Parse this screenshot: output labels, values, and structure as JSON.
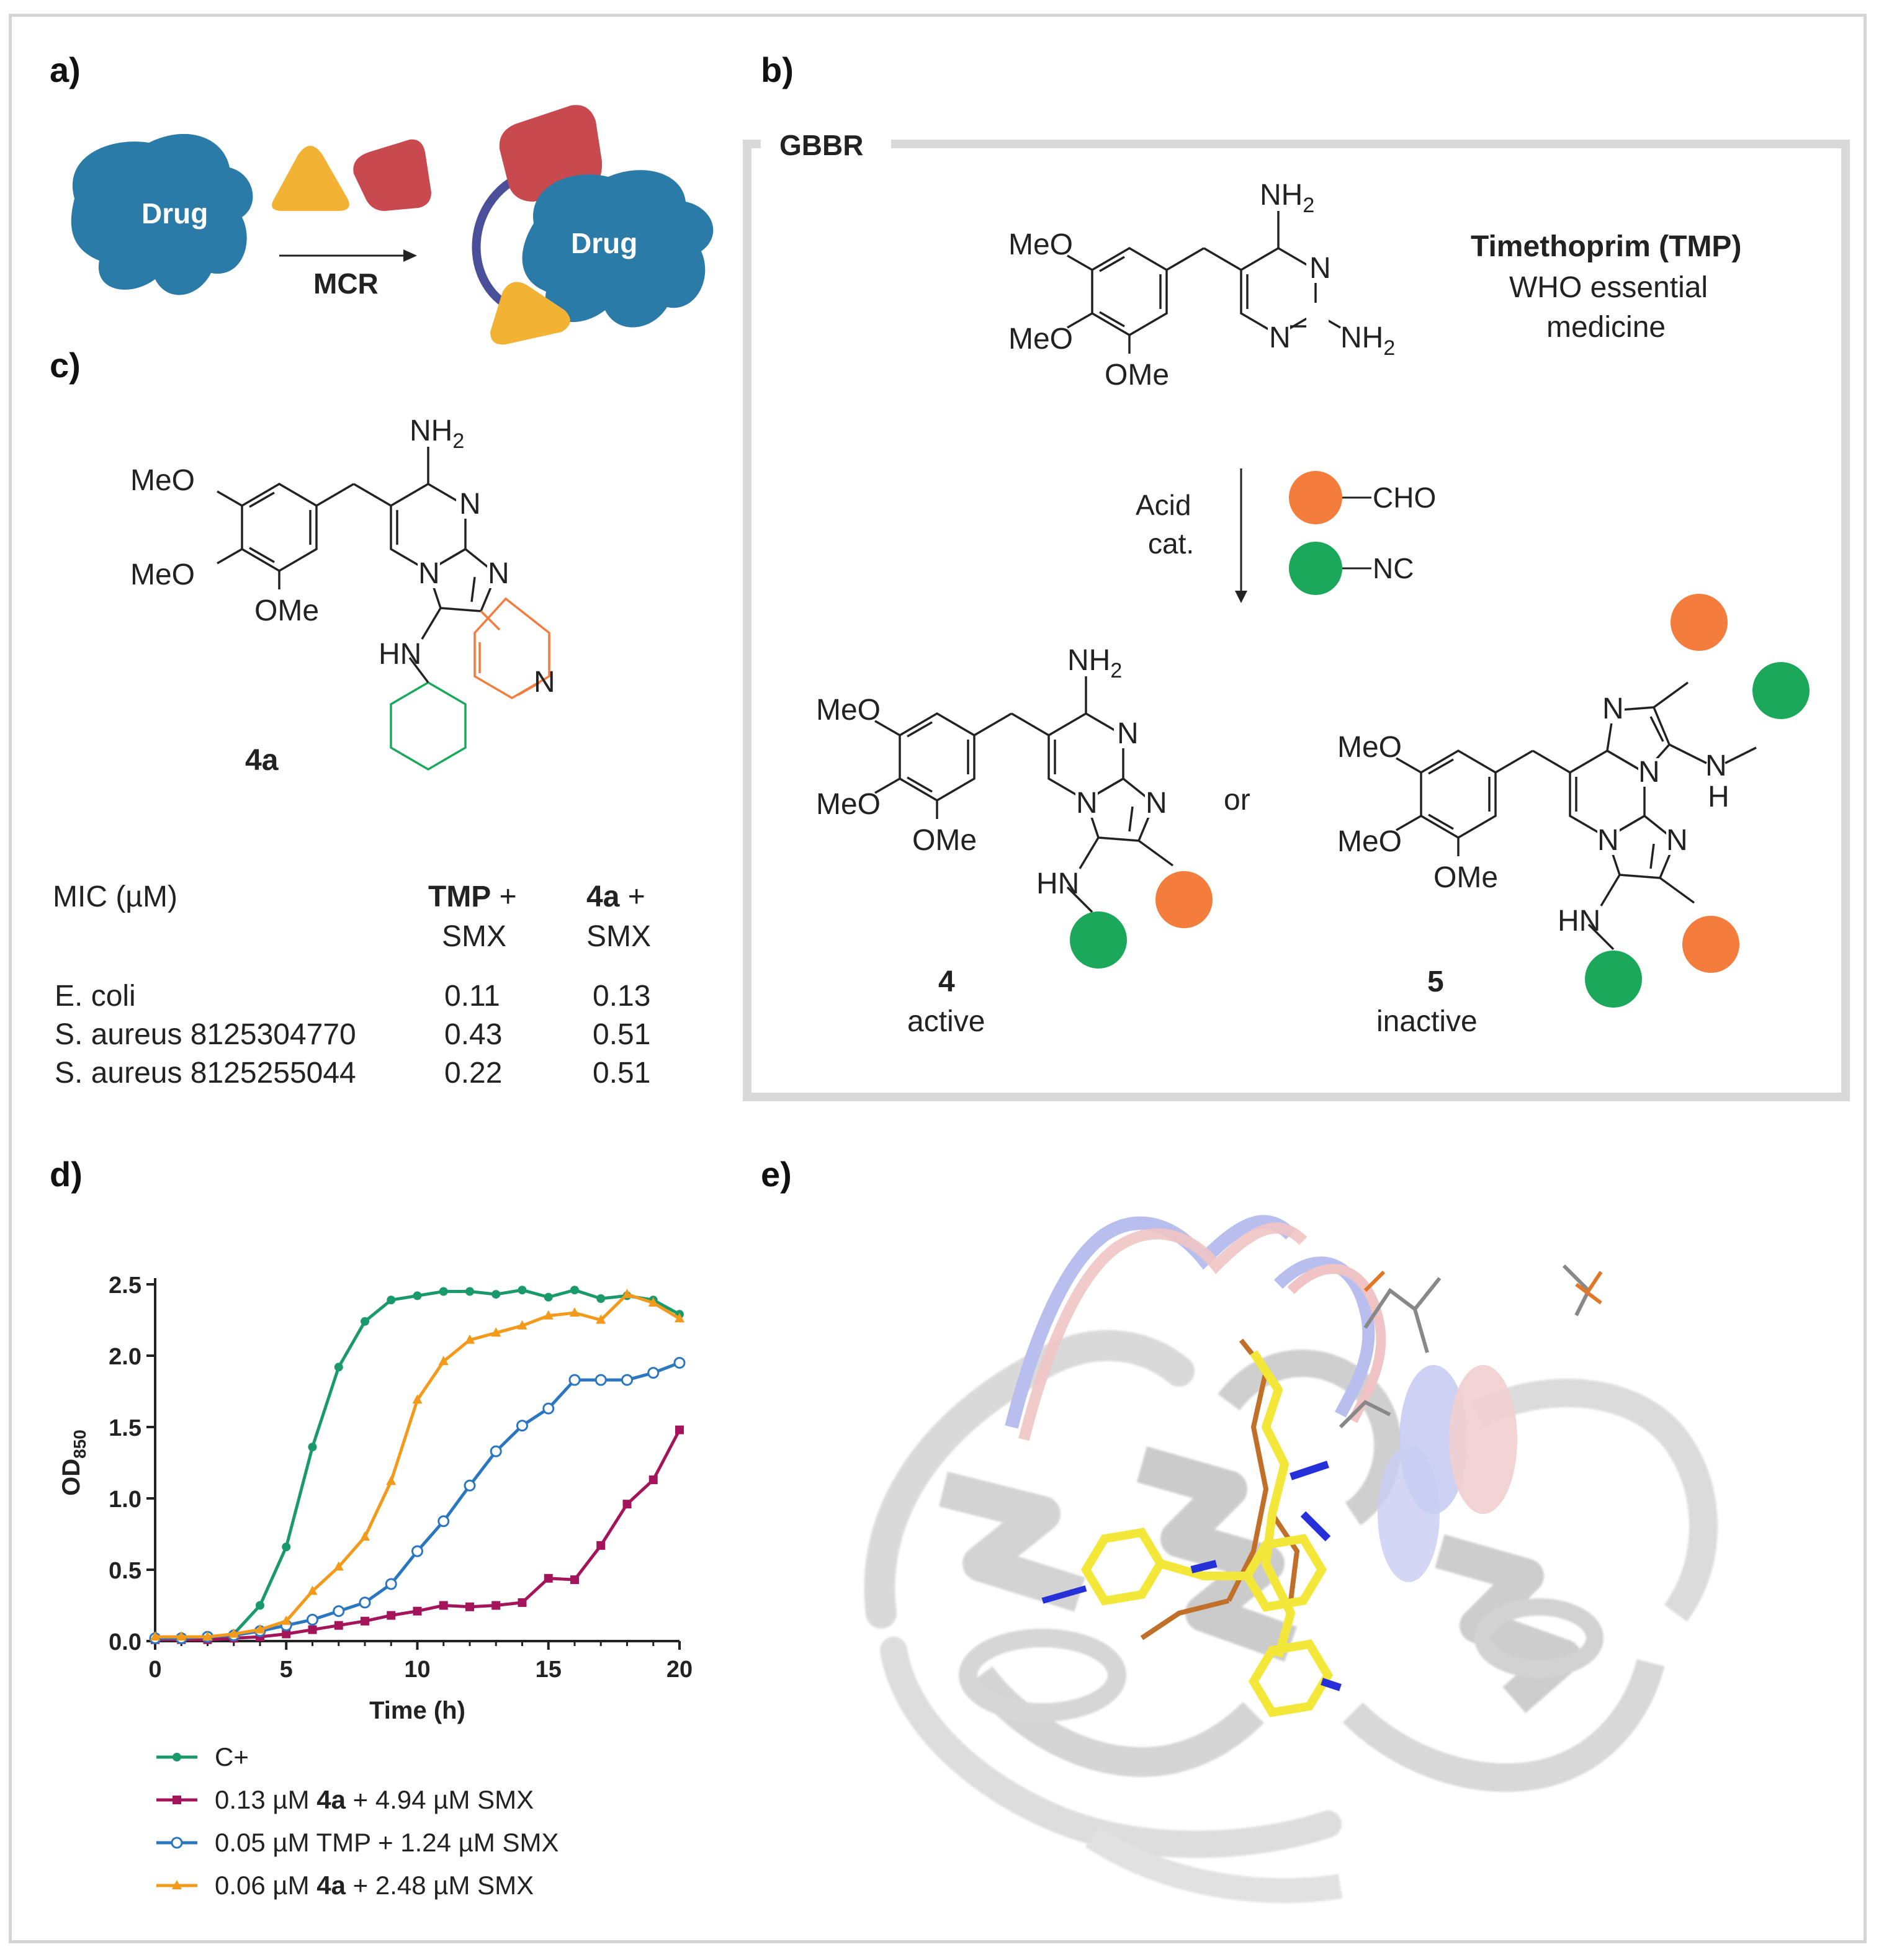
{
  "panels": {
    "a": "a)",
    "b": "b)",
    "c": "c)",
    "d": "d)",
    "e": "e)"
  },
  "panel_a": {
    "drug_label": "Drug",
    "drug_label_2": "Drug",
    "arrow_label": "MCR",
    "colors": {
      "drug": "#2b7ba8",
      "triangle": "#f2b233",
      "pentagon": "#c94a4e",
      "linker": "#4a4f9a"
    }
  },
  "panel_b": {
    "box_title": "GBBR",
    "tmp_name": "Timethoprim (TMP)",
    "tmp_desc_1": "WHO essential",
    "tmp_desc_2": "medicine",
    "conditions_1": "Acid",
    "conditions_2": "cat.",
    "reagent_aldehyde": "CHO",
    "reagent_isocyanide": "NC",
    "or_text": "or",
    "cmpd4_num": "4",
    "cmpd4_desc": "active",
    "cmpd5_num": "5",
    "cmpd5_desc": "inactive",
    "colors": {
      "aldehyde": "#f47c3c",
      "isocyanide": "#1ca85a"
    }
  },
  "chem_text": {
    "ome": "MeO",
    "ome_r": "OMe",
    "nh2": "NH",
    "sub2": "2",
    "n": "N",
    "hn": "HN",
    "h": "H"
  },
  "panel_c": {
    "compound_label": "4a",
    "table": {
      "header_mic": "MIC (µM)",
      "header_tmp_bold": "TMP",
      "header_tmp_rest": " +",
      "header_tmp_line2": "SMX",
      "header_4a_bold": "4a",
      "header_4a_rest": " +",
      "header_4a_line2": "SMX",
      "rows": [
        {
          "strain": "E. coli",
          "tmp": "0.11",
          "c4a": "0.13"
        },
        {
          "strain": "S. aureus 8125304770",
          "tmp": "0.43",
          "c4a": "0.51"
        },
        {
          "strain": "S. aureus 8125255044",
          "tmp": "0.22",
          "c4a": "0.51"
        }
      ]
    }
  },
  "chart_data": {
    "type": "line",
    "xlabel": "Time (h)",
    "ylabel_main": "OD",
    "ylabel_sub": "850",
    "xlim": [
      0,
      20
    ],
    "ylim": [
      0,
      2.5
    ],
    "xticks": [
      "0",
      "5",
      "10",
      "15",
      "20"
    ],
    "yticks": [
      "0.0",
      "0.5",
      "1.0",
      "1.5",
      "2.0",
      "2.5"
    ],
    "x": [
      0,
      1,
      2,
      3,
      4,
      5,
      6,
      7,
      8,
      9,
      10,
      11,
      12,
      13,
      14,
      15,
      16,
      17,
      18,
      19,
      20
    ],
    "series": [
      {
        "name": "C+",
        "legend_parts": [
          "C+",
          "",
          ""
        ],
        "color": "#1a9a6a",
        "marker": "dot",
        "values": [
          0.02,
          0.02,
          0.02,
          0.05,
          0.25,
          0.66,
          1.36,
          1.92,
          2.24,
          2.39,
          2.42,
          2.45,
          2.45,
          2.43,
          2.46,
          2.41,
          2.46,
          2.4,
          2.42,
          2.39,
          2.29
        ]
      },
      {
        "name": "0.13 µM 4a + 4.94 µM SMX",
        "legend_parts": [
          "0.13 µM ",
          "4a",
          " + 4.94 µM SMX"
        ],
        "color": "#a4145a",
        "marker": "square",
        "values": [
          0.01,
          0.01,
          0.01,
          0.02,
          0.03,
          0.05,
          0.08,
          0.11,
          0.14,
          0.18,
          0.21,
          0.25,
          0.24,
          0.25,
          0.27,
          0.44,
          0.43,
          0.67,
          0.96,
          1.13,
          1.48
        ]
      },
      {
        "name": "0.05 µM TMP + 1.24 µM SMX",
        "legend_parts": [
          "0.05 µM TMP + 1.24 µM SMX",
          "",
          ""
        ],
        "color": "#2a76c0",
        "marker": "circle",
        "values": [
          0.02,
          0.02,
          0.03,
          0.04,
          0.07,
          0.11,
          0.15,
          0.21,
          0.27,
          0.4,
          0.63,
          0.84,
          1.09,
          1.33,
          1.51,
          1.63,
          1.83,
          1.83,
          1.83,
          1.88,
          1.95
        ]
      },
      {
        "name": "0.06 µM 4a + 2.48 µM SMX",
        "legend_parts": [
          "0.06 µM ",
          "4a",
          " + 2.48 µM SMX"
        ],
        "color": "#f39a1a",
        "marker": "tri",
        "values": [
          0.03,
          0.03,
          0.03,
          0.05,
          0.08,
          0.14,
          0.35,
          0.52,
          0.73,
          1.12,
          1.69,
          1.96,
          2.11,
          2.16,
          2.21,
          2.28,
          2.3,
          2.25,
          2.43,
          2.37,
          2.26
        ]
      }
    ]
  },
  "panel_e": {
    "colors": {
      "protein": "#cfcfcf",
      "ligand": "#f3e83a",
      "loop_blue": "#b8bfef",
      "loop_pink": "#f0c4c4",
      "nitrogen": "#2530d8",
      "ref_ligand": "#c07028"
    }
  }
}
